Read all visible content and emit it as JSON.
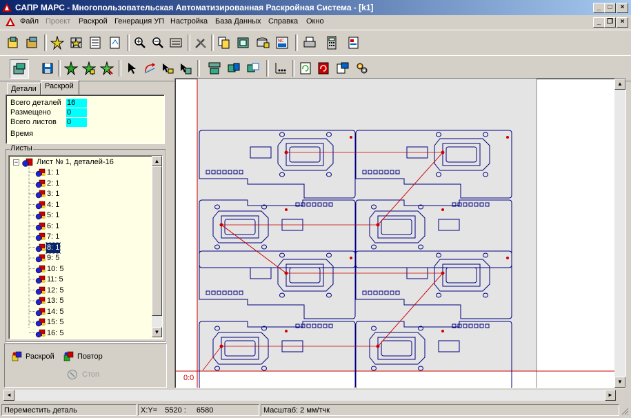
{
  "window": {
    "title": "САПР МАРС - Многопользовательская Автоматизированная Раскройная Система - [k1]",
    "min": "_",
    "max": "□",
    "close": "×",
    "restore": "❐"
  },
  "menu": [
    "Файл",
    "Проект",
    "Раскрой",
    "Генерация УП",
    "Настройка",
    "База Данных",
    "Справка",
    "Окно"
  ],
  "tabs": {
    "details": "Детали",
    "nesting": "Раскрой"
  },
  "stats": {
    "total_parts_label": "Всего деталей",
    "total_parts_value": "16",
    "placed_label": "Размещено",
    "placed_value": "0",
    "total_sheets_label": "Всего листов",
    "total_sheets_value": "0",
    "time_label": "Время"
  },
  "sheets": {
    "group_label": "Листы",
    "root": "Лист № 1, деталей-16",
    "items": [
      "1: 1",
      "2: 1",
      "3: 1",
      "4: 1",
      "5: 1",
      "6: 1",
      "7: 1",
      "8: 1",
      "9: 5",
      "10: 5",
      "11: 5",
      "12: 5",
      "13: 5",
      "14: 5",
      "15: 5",
      "16: 5"
    ],
    "selected_index": 7
  },
  "actions": {
    "nest": "Раскрой",
    "repeat": "Повтор",
    "stop": "Стоп"
  },
  "canvas": {
    "origin_label": "0:0"
  },
  "statusbar": {
    "hint": "Переместить деталь",
    "xy_label": "X:Y=",
    "x": "5520",
    "sep": ":",
    "y": "6580",
    "scale": "Масштаб: 2 мм/тчк"
  },
  "colors": {
    "titlebar_start": "#0a246a",
    "titlebar_end": "#a6caf0",
    "part_outline": "#000080",
    "toolpath": "#cc0000",
    "sheet_bg": "#e4e4e4",
    "panel_bg": "#ffffe6",
    "value_bg": "#00ffff"
  }
}
